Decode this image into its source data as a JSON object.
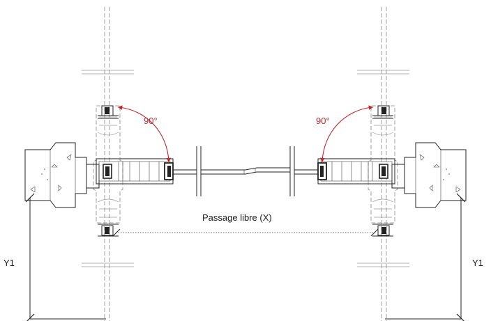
{
  "labels": {
    "angle_left": "90°",
    "angle_right": "90°",
    "passage": "Passage libre (X)",
    "y_left": "Y1",
    "y_right": "Y1"
  },
  "colors": {
    "angle_marker": "#c0282d",
    "line": "#222222",
    "guide": "#999999"
  }
}
